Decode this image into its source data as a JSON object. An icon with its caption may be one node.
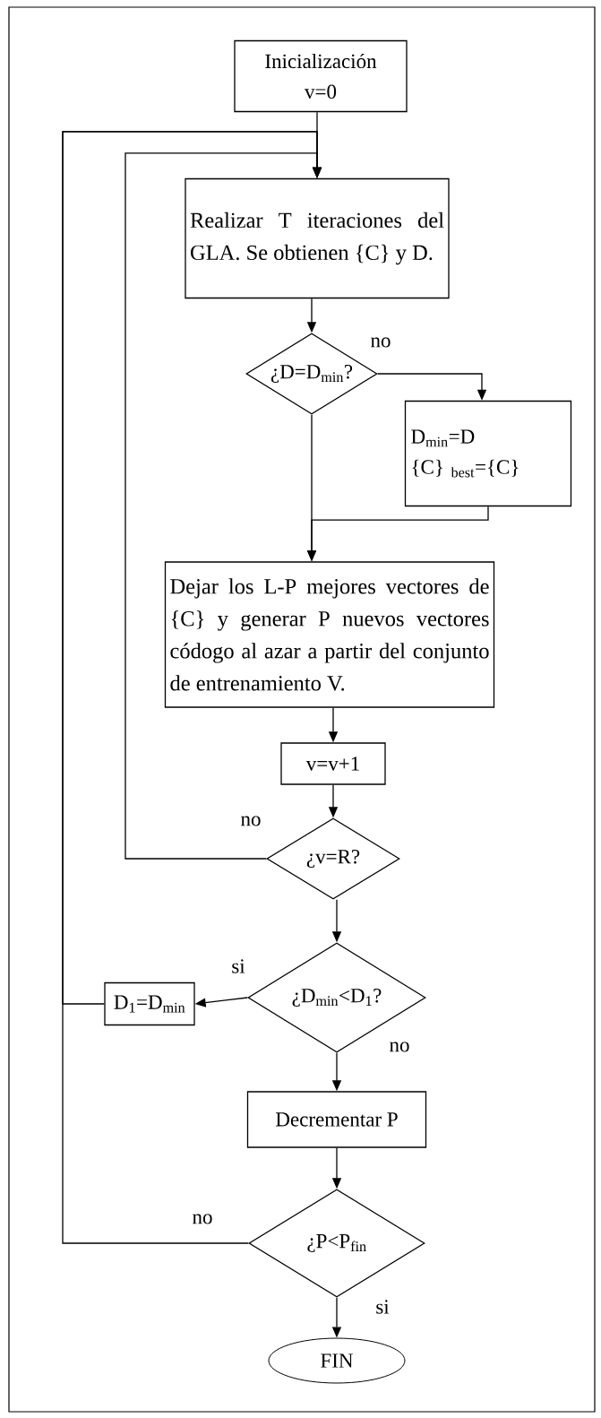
{
  "diagram": {
    "nodes": [
      {
        "text": [
          "Inicialización",
          "v=0"
        ]
      },
      {
        "text": [
          "Realizar T iteraciones del GLA. Se obtienen {C} y D."
        ]
      },
      {
        "text": [
          "¿D=D$_{min}$?"
        ]
      },
      {
        "text": [
          "D$_{min}$=D",
          "{C}$_{ best}$={C}"
        ]
      },
      {
        "text": [
          "Dejar los L-P mejores vectores de {C} y generar P nuevos vectores códogo al azar a partir del conjunto de entrenamiento V."
        ]
      },
      {
        "text": [
          "v=v+1"
        ]
      },
      {
        "text": [
          "¿v=R?"
        ]
      },
      {
        "text": [
          "¿D$_{min}$<D$_{1}$?"
        ]
      },
      {
        "text": [
          "D$_{1}$=D$_{min}$"
        ]
      },
      {
        "text": [
          "Decrementar P"
        ]
      },
      {
        "text": [
          "¿P<P$_{fin}$"
        ]
      },
      {
        "text": [
          "FIN"
        ]
      }
    ],
    "edges": [
      {
        "from": 0,
        "to": 1,
        "arrow": "to"
      },
      {
        "from": 1,
        "to": 2,
        "arrow": "to"
      },
      {
        "from": 2,
        "to": 3,
        "arrow": "to",
        "label": "no"
      },
      {
        "from": 2,
        "to": 4,
        "arrow": "to"
      },
      {
        "from": 3,
        "to": 4,
        "arrow": "to"
      },
      {
        "from": 4,
        "to": 5,
        "arrow": "to"
      },
      {
        "from": 5,
        "to": 6,
        "arrow": "to"
      },
      {
        "from": 6,
        "to": 1,
        "arrow": "to",
        "label": "no"
      },
      {
        "from": 6,
        "to": 7,
        "arrow": "to"
      },
      {
        "from": 7,
        "to": 8,
        "arrow": "to",
        "label": "si"
      },
      {
        "from": 8,
        "to": 1,
        "arrow": "to"
      },
      {
        "from": 7,
        "to": 9,
        "arrow": "to",
        "label": "no"
      },
      {
        "from": 9,
        "to": 10,
        "arrow": "to"
      },
      {
        "from": 10,
        "to": 1,
        "arrow": "to",
        "label": "no"
      },
      {
        "from": 10,
        "to": 11,
        "arrow": "to",
        "label": "si"
      }
    ]
  }
}
